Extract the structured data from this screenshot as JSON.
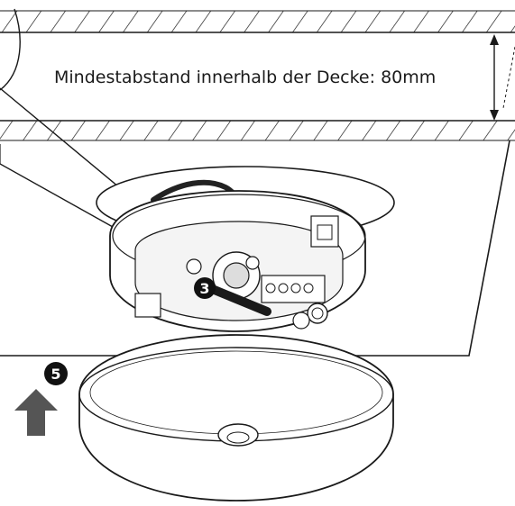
{
  "clearance": {
    "label": "Mindestabstand innerhalb der Decke: 80mm"
  },
  "steps": {
    "fasten_screw": "3",
    "attach_cover": "5"
  },
  "colors": {
    "line": "#1a1a1a",
    "arrow_fill": "#555555",
    "badge_fill": "#111111",
    "cable": "#222222"
  },
  "icons": {
    "arrow": "arrow-up-icon"
  }
}
